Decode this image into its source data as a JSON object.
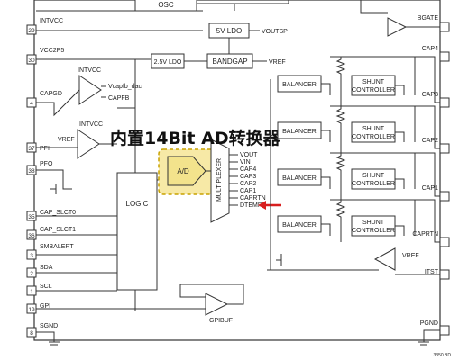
{
  "left_pins": [
    {
      "num": "29",
      "label": "INTVCC"
    },
    {
      "num": "30",
      "label": "VCC2P5"
    },
    {
      "num": "4",
      "label": "CAPGD"
    },
    {
      "num": "37",
      "label": "PFI"
    },
    {
      "num": "38",
      "label": "PFO"
    },
    {
      "num": "35",
      "label": "CAP_SLCT0"
    },
    {
      "num": "36",
      "label": "CAP_SLCT1"
    },
    {
      "num": "3",
      "label": "SMBALERT"
    },
    {
      "num": "2",
      "label": "SDA"
    },
    {
      "num": "1",
      "label": "SCL"
    },
    {
      "num": "19",
      "label": "GPI"
    },
    {
      "num": "8",
      "label": "SGND"
    }
  ],
  "right_pins": [
    {
      "num": "",
      "label": "BGATE"
    },
    {
      "num": "",
      "label": "CAP4"
    },
    {
      "num": "",
      "label": "CAP3"
    },
    {
      "num": "",
      "label": "CAP2"
    },
    {
      "num": "",
      "label": "CAP1"
    },
    {
      "num": "",
      "label": "CAPRTN"
    },
    {
      "num": "",
      "label": "ITST"
    },
    {
      "num": "",
      "label": "PGND"
    }
  ],
  "blocks": {
    "osc": "OSC",
    "ldo5": "5V LDO",
    "ldo25": "2.5V LDO",
    "bandgap": "BANDGAP",
    "logic": "LOGIC",
    "adc": "A/D",
    "mux": "MULTIPLEXER",
    "gpibuf": "GPIBUF"
  },
  "signals": {
    "voutsp": "VOUTSP",
    "vref": "VREF",
    "intvcc_top": "INTVCC",
    "intvcc_mid": "INTVCC",
    "vcapfb_dac": "Vcapfb_dac",
    "capfb": "CAPFB",
    "vref_pfi": "VREF",
    "vref_itst": "VREF"
  },
  "mux_inputs": [
    "VOUT",
    "VIN",
    "CAP4",
    "CAP3",
    "CAP2",
    "CAP1",
    "CAPRTN",
    "DTEMP"
  ],
  "balancer_label": "BALANCER",
  "shunt_label_1": "SHUNT",
  "shunt_label_2": "CONTROLLER",
  "callout": "内置14Bit AD转换器",
  "footnote": "3350 BD"
}
